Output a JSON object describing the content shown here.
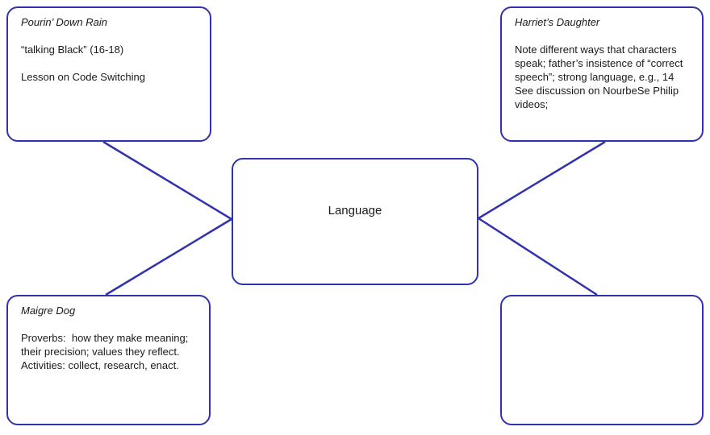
{
  "diagram": {
    "center": {
      "label": "Language"
    },
    "nodes": [
      {
        "id": "top-left",
        "title": "Pourin’ Down Rain",
        "body": "“talking Black” (16-18)\n\nLesson on Code Switching"
      },
      {
        "id": "top-right",
        "title": "Harriet’s Daughter",
        "body": "Note different ways that characters\nspeak; father’s insistence of “correct\nspeech”; strong language, e.g., 14\nSee discussion on NourbeSe Philip\nvideos;"
      },
      {
        "id": "bottom-left",
        "title": "Maigre Dog",
        "body": "Proverbs:  how they make meaning;\ntheir precision; values they reflect.\nActivities: collect, research, enact."
      },
      {
        "id": "bottom-right",
        "title": "",
        "body": ""
      }
    ],
    "colors": {
      "outline": "#3232ae",
      "text": "#1a1a1a",
      "background": "#ffffff"
    }
  }
}
